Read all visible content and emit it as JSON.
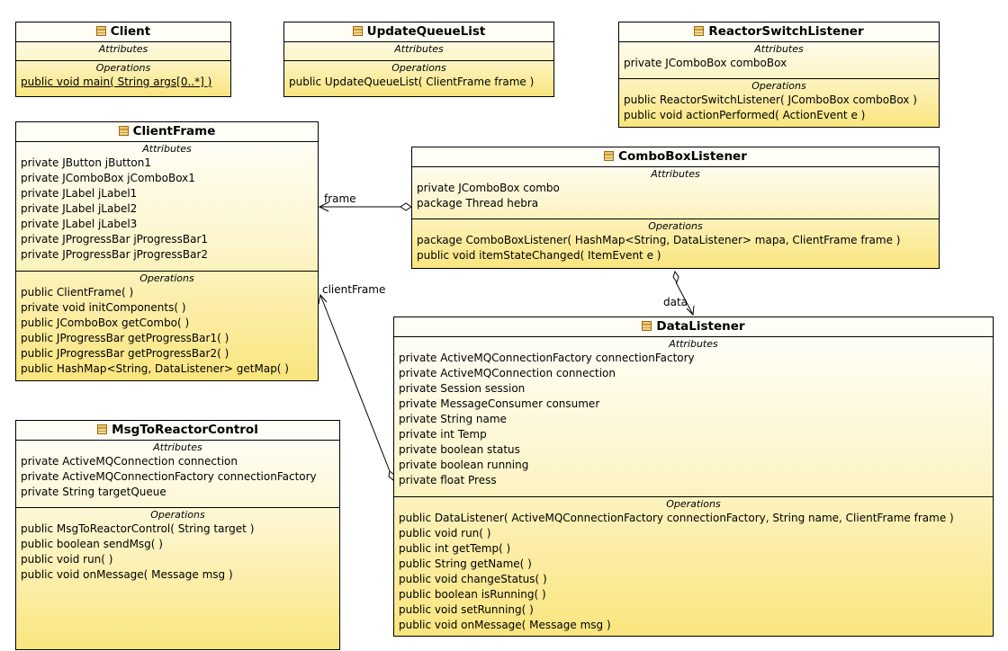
{
  "classes": {
    "client": {
      "name": "Client",
      "attributes_title": "Attributes",
      "operations_title": "Operations",
      "attributes": [],
      "operations": [
        "public void  main( String args[0..*] )"
      ]
    },
    "update_queue_list": {
      "name": "UpdateQueueList",
      "attributes_title": "Attributes",
      "operations_title": "Operations",
      "attributes": [],
      "operations": [
        "public UpdateQueueList( ClientFrame frame )"
      ]
    },
    "reactor_switch_listener": {
      "name": "ReactorSwitchListener",
      "attributes_title": "Attributes",
      "operations_title": "Operations",
      "attributes": [
        "private JComboBox comboBox"
      ],
      "operations": [
        "public ReactorSwitchListener( JComboBox comboBox )",
        "public void  actionPerformed( ActionEvent e )"
      ]
    },
    "client_frame": {
      "name": "ClientFrame",
      "attributes_title": "Attributes",
      "operations_title": "Operations",
      "attributes": [
        "private JButton jButton1",
        "private JComboBox jComboBox1",
        "private JLabel jLabel1",
        "private JLabel jLabel2",
        "private JLabel jLabel3",
        "private JProgressBar jProgressBar1",
        "private JProgressBar jProgressBar2"
      ],
      "operations": [
        "public ClientFrame(  )",
        "private void  initComponents(  )",
        "public JComboBox  getCombo(  )",
        "public JProgressBar  getProgressBar1(  )",
        "public JProgressBar  getProgressBar2(  )",
        "public HashMap<String, DataListener>  getMap(  )"
      ]
    },
    "combo_box_listener": {
      "name": "ComboBoxListener",
      "attributes_title": "Attributes",
      "operations_title": "Operations",
      "attributes": [
        "private JComboBox combo",
        "package Thread hebra"
      ],
      "operations": [
        "package ComboBoxListener( HashMap<String, DataListener> mapa, ClientFrame frame )",
        "public void  itemStateChanged( ItemEvent e )"
      ]
    },
    "data_listener": {
      "name": "DataListener",
      "attributes_title": "Attributes",
      "operations_title": "Operations",
      "attributes": [
        "private ActiveMQConnectionFactory connectionFactory",
        "private ActiveMQConnection connection",
        "private Session session",
        "private MessageConsumer consumer",
        "private String name",
        "private int Temp",
        "private boolean status",
        "private boolean running",
        "private float Press"
      ],
      "operations": [
        "public DataListener( ActiveMQConnectionFactory connectionFactory, String name, ClientFrame frame )",
        "public void  run(  )",
        "public int  getTemp(  )",
        "public String  getName(  )",
        "public void  changeStatus(  )",
        "public boolean  isRunning(  )",
        "public void  setRunning(  )",
        "public void  onMessage( Message msg )"
      ]
    },
    "msg_to_reactor_control": {
      "name": "MsgToReactorControl",
      "attributes_title": "Attributes",
      "operations_title": "Operations",
      "attributes": [
        "private ActiveMQConnection connection",
        "private ActiveMQConnectionFactory connectionFactory",
        "private String targetQueue"
      ],
      "operations": [
        "public MsgToReactorControl( String target )",
        "public boolean  sendMsg(  )",
        "public void  run(  )",
        "public void  onMessage( Message msg )"
      ]
    }
  },
  "associations": {
    "frame": "frame",
    "client_frame": "clientFrame",
    "data": "data"
  }
}
